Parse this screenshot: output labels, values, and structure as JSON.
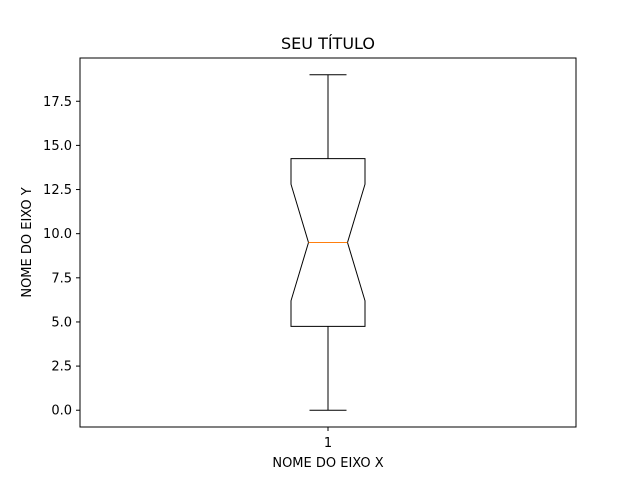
{
  "chart_data": {
    "type": "boxplot",
    "title": "SEU TÍTULO",
    "xlabel": "NOME DO EIXO X",
    "ylabel": "NOME DO EIXO Y",
    "categories": [
      "1"
    ],
    "boxes": [
      {
        "label": "1",
        "whisker_low": 0.0,
        "q1": 4.75,
        "median": 9.5,
        "q3": 14.25,
        "whisker_high": 19.0,
        "notch_low": 6.2,
        "notch_high": 12.8
      }
    ],
    "ylim": [
      -0.95,
      19.95
    ],
    "yticks": [
      0.0,
      2.5,
      5.0,
      7.5,
      10.0,
      12.5,
      15.0,
      17.5
    ],
    "ytick_labels": [
      "0.0",
      "2.5",
      "5.0",
      "7.5",
      "10.0",
      "12.5",
      "15.0",
      "17.5"
    ],
    "grid": false,
    "median_color": "#ff7f0e",
    "box_color": "#000000"
  }
}
